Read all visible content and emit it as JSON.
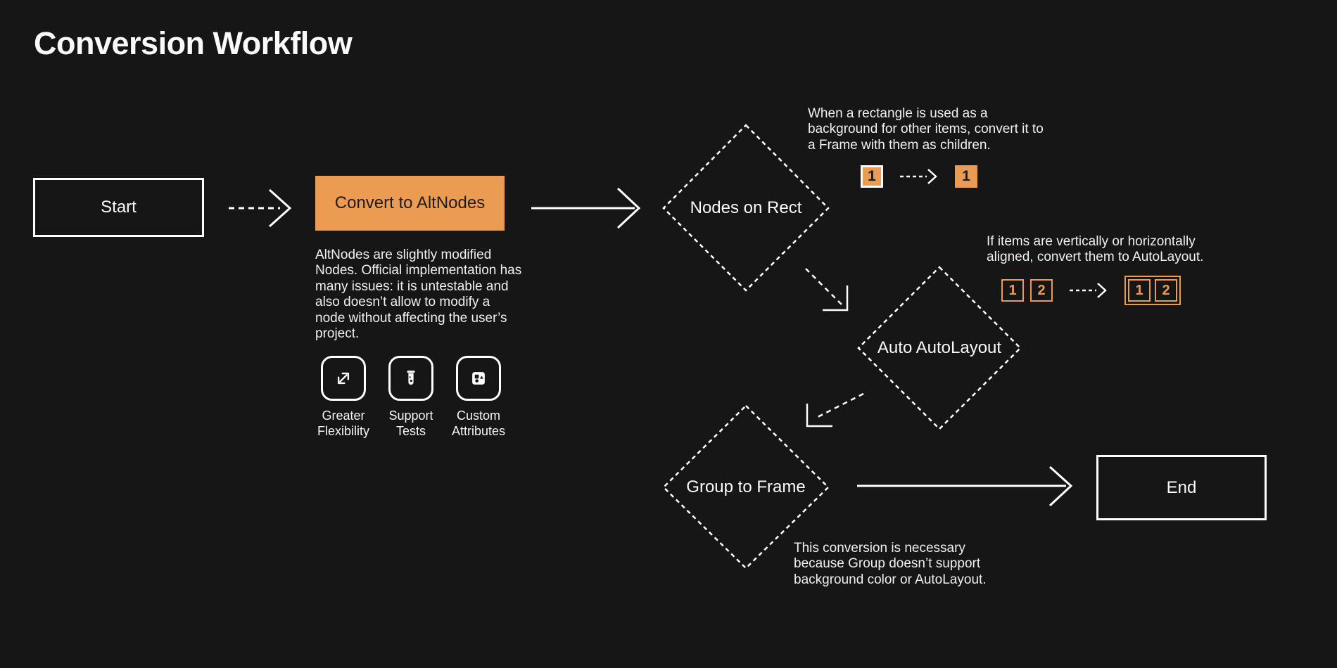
{
  "page": {
    "title": "Conversion Workflow",
    "colors": {
      "background": "#161616",
      "accent_orange": "#EC9B52",
      "line_white": "#FFFFFF",
      "dark_text": "#1C1C1C"
    }
  },
  "nodes": {
    "start": {
      "label": "Start"
    },
    "convert": {
      "label": "Convert to AltNodes",
      "description": "AltNodes are slightly modified Nodes. Official implementation has many issues: it is untestable and also doesn’t allow to modify a node without affecting the user’s project."
    },
    "nodes_on_rect": {
      "label": "Nodes on Rect"
    },
    "auto_autolayout": {
      "label": "Auto AutoLayout"
    },
    "group_to_frame": {
      "label": "Group to Frame"
    },
    "end": {
      "label": "End"
    }
  },
  "features": [
    {
      "icon": "expand-arrows-icon",
      "label": "Greater Flexibility"
    },
    {
      "icon": "test-tube-icon",
      "label": "Support Tests"
    },
    {
      "icon": "shapes-icon",
      "label": "Custom Attributes"
    }
  ],
  "annotations": {
    "nodes_on_rect": {
      "text": "When a rectangle is used as a background for other items, convert it to a Frame with them as children.",
      "before": [
        "1"
      ],
      "after": [
        "1"
      ]
    },
    "auto_autolayout": {
      "text": "If items are vertically or horizontally aligned, convert them to AutoLayout.",
      "before": [
        "1",
        "2"
      ],
      "after": [
        "1",
        "2"
      ]
    },
    "group_to_frame": {
      "text": "This conversion is necessary because Group doesn’t support background color or AutoLayout."
    }
  }
}
